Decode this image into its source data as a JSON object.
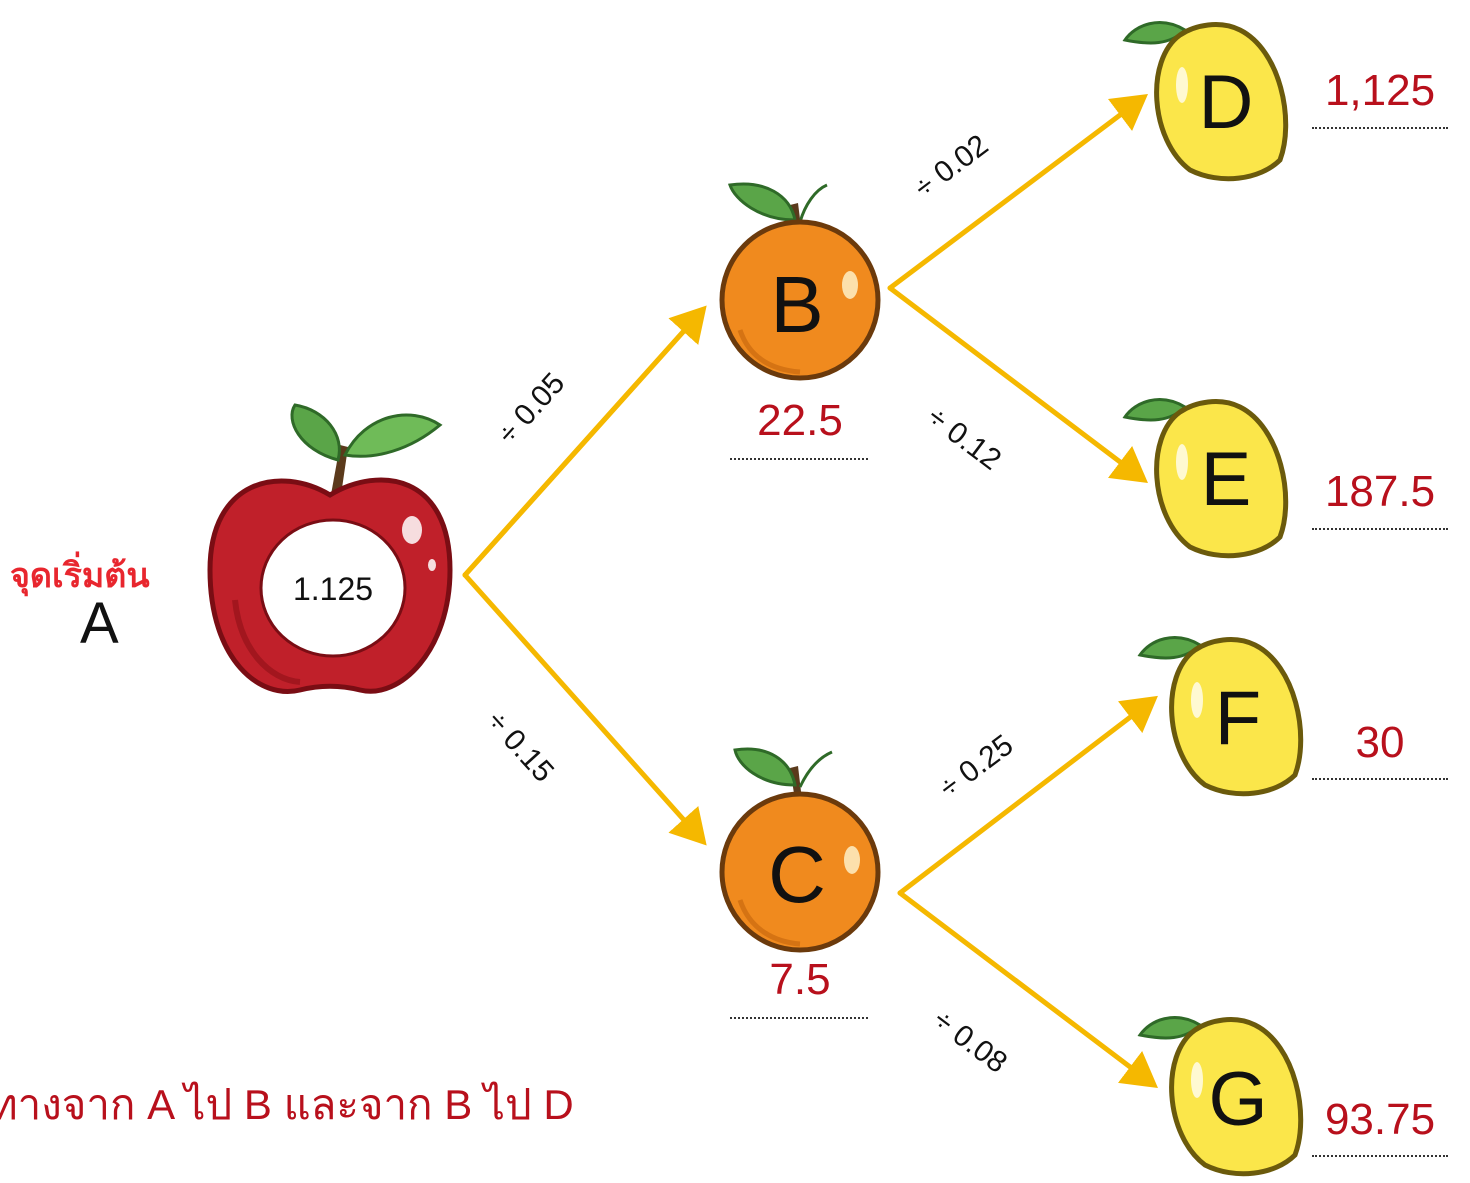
{
  "start": {
    "label": "จุดเริ่มต้น",
    "node": "A",
    "value": "1.125"
  },
  "nodes": {
    "B": {
      "letter": "B",
      "value": "22.5"
    },
    "C": {
      "letter": "C",
      "value": "7.5"
    },
    "D": {
      "letter": "D",
      "value": "1,125"
    },
    "E": {
      "letter": "E",
      "value": "187.5"
    },
    "F": {
      "letter": "F",
      "value": "30"
    },
    "G": {
      "letter": "G",
      "value": "93.75"
    }
  },
  "edges": {
    "AB": "÷ 0.05",
    "AC": "÷ 0.15",
    "BD": "÷ 0.02",
    "BE": "÷ 0.12",
    "CF": "÷ 0.25",
    "CG": "÷ 0.08"
  },
  "footer": {
    "line1": "ทางจาก A ไป B  และจาก B ไป D"
  },
  "colors": {
    "arrow": "#f5b800",
    "apple": "#c0202a",
    "orange": "#f08a1e",
    "lemon": "#fbe64a",
    "leaf": "#5aa548",
    "answer": "#b8101c"
  }
}
